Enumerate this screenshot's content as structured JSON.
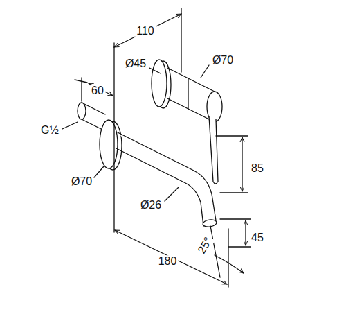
{
  "diagram": {
    "labels": [
      "110",
      "Ø45",
      "Ø70",
      "60",
      "G½",
      "Ø70",
      "85",
      "Ø26",
      "45",
      "25°",
      "180"
    ]
  }
}
